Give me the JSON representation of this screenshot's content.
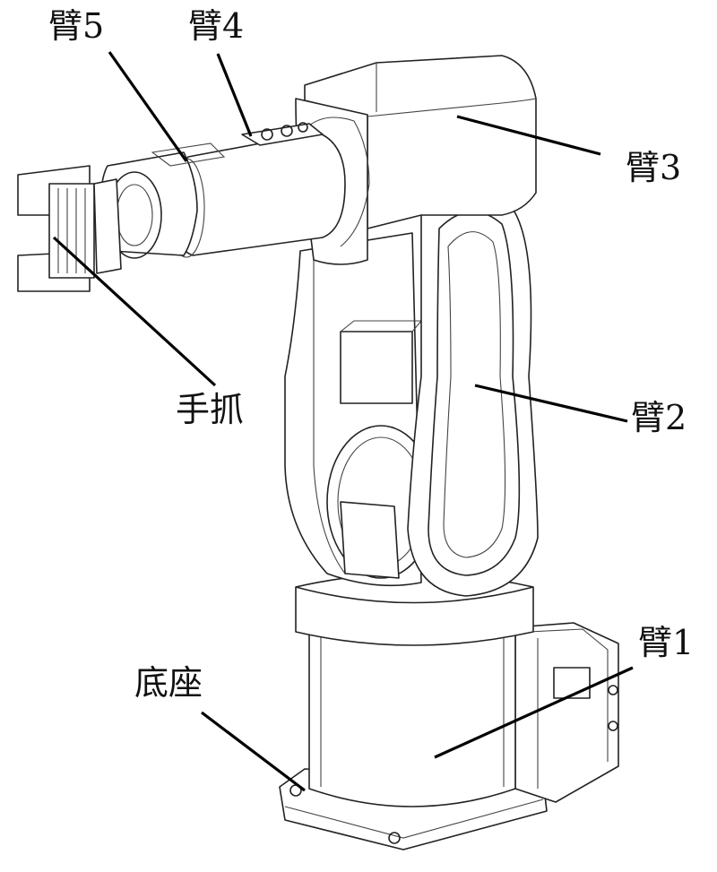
{
  "labels": {
    "arm5": "臂5",
    "arm4": "臂4",
    "arm3": "臂3",
    "arm2": "臂2",
    "arm1": "臂1",
    "gripper": "手抓",
    "base": "底座"
  }
}
